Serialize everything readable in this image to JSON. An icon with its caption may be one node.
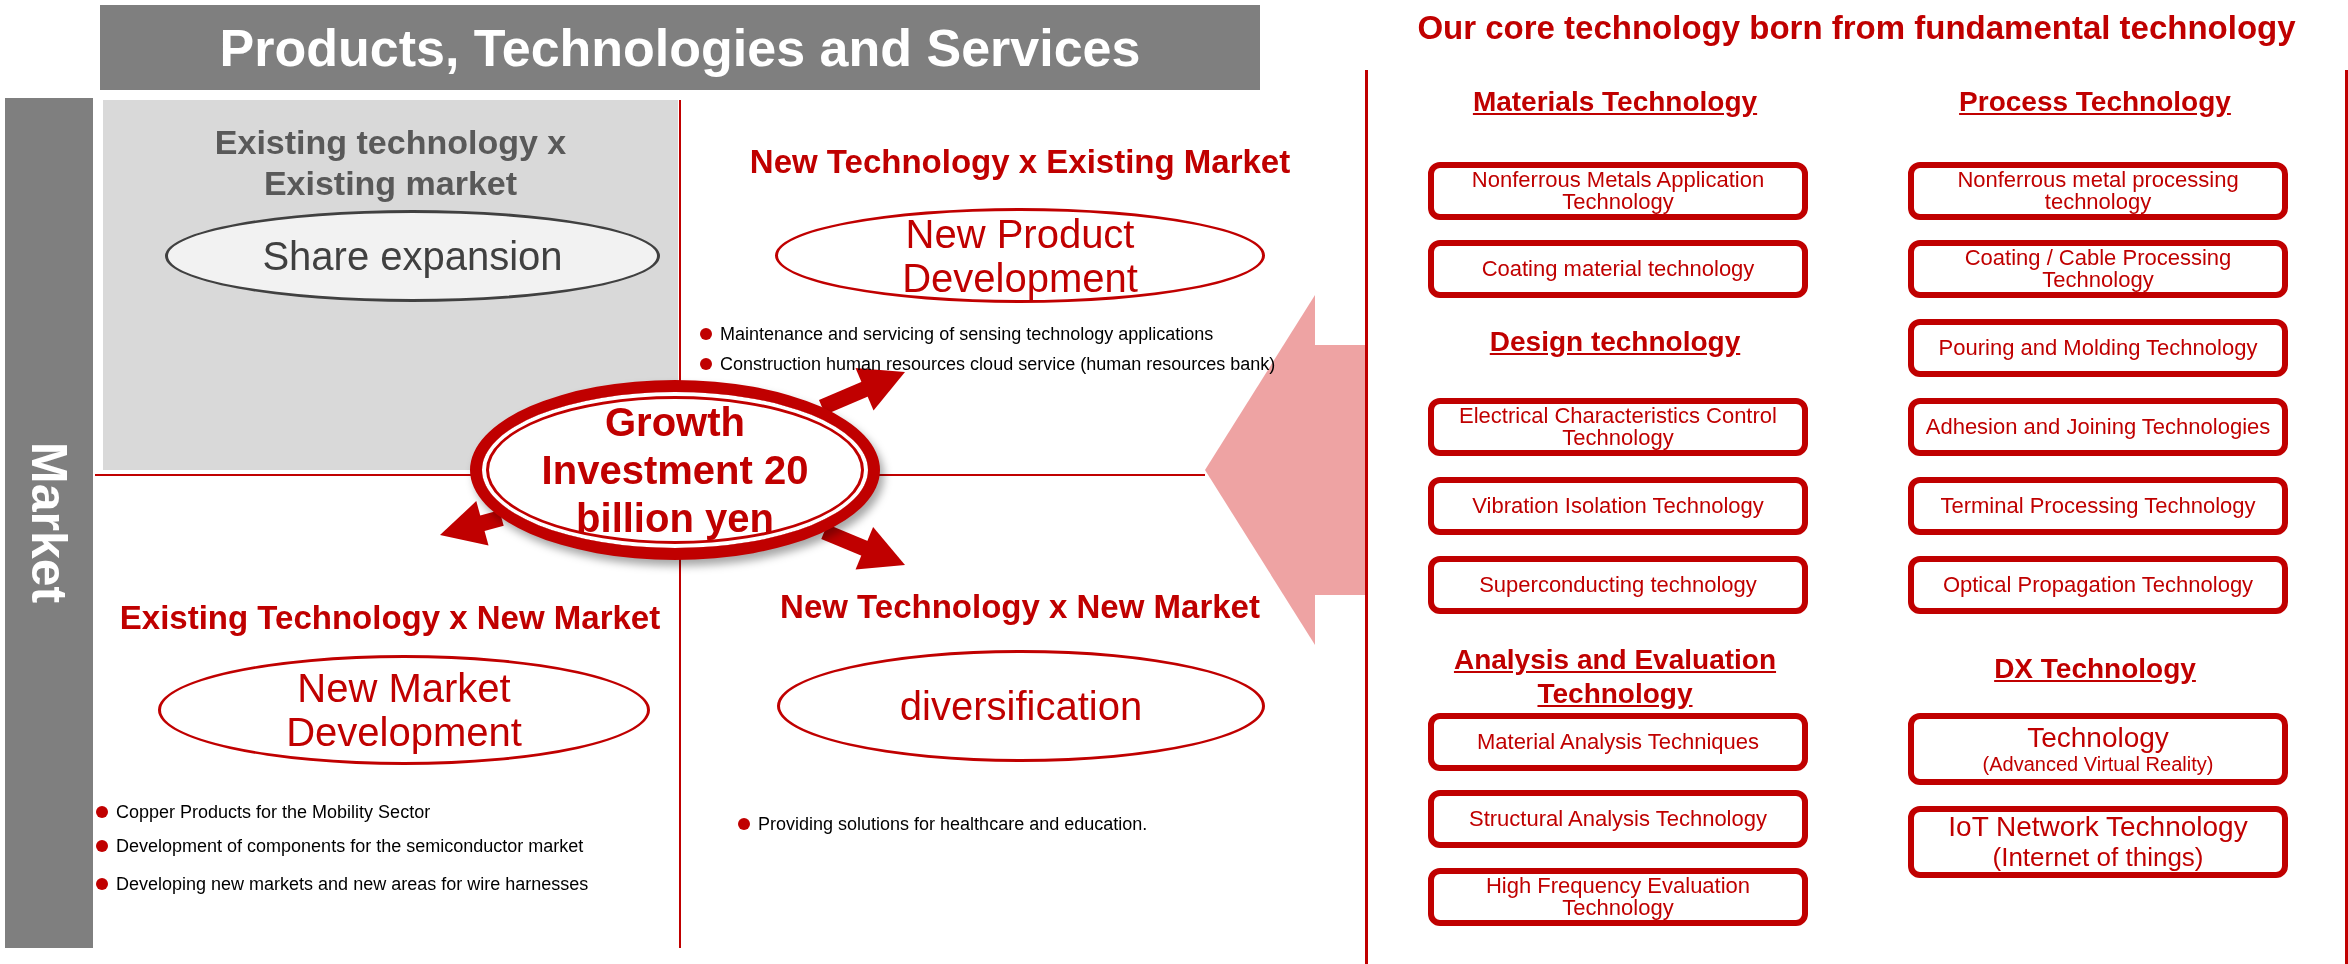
{
  "diagram": {
    "nodes": [
      {
        "text": [
          "Products, Technologies and Services"
        ]
      },
      {
        "text": [
          "Market"
        ]
      },
      {
        "text": [
          "Existing technology x Existing market"
        ]
      },
      {
        "text": [
          "Share expansion"
        ],
        "in": 2
      },
      {
        "text": [
          "New Product Development"
        ]
      },
      {
        "text": [
          "Growth Investment 20 billion yen"
        ]
      },
      {
        "text": [
          "New Market Development"
        ]
      },
      {
        "text": [
          "diversification"
        ]
      },
      {
        "text": [
          "Our core technology born from fundamental technology"
        ]
      },
      {
        "text": [
          "Nonferrous Metals Application Technology"
        ],
        "in": 8
      },
      {
        "text": [
          "Coating material technology"
        ],
        "in": 8
      },
      {
        "text": [
          "Electrical Characteristics Control Technology"
        ],
        "in": 8
      },
      {
        "text": [
          "Vibration Isolation Technology"
        ],
        "in": 8
      },
      {
        "text": [
          "Superconducting technology"
        ],
        "in": 8
      },
      {
        "text": [
          "Material Analysis Techniques"
        ],
        "in": 8
      },
      {
        "text": [
          "Structural Analysis Technology"
        ],
        "in": 8
      },
      {
        "text": [
          "High Frequency Evaluation Technology"
        ],
        "in": 8
      },
      {
        "text": [
          "Nonferrous metal processing technology"
        ],
        "in": 8
      },
      {
        "text": [
          "Coating / Cable Processing Technology"
        ],
        "in": 8
      },
      {
        "text": [
          "Pouring and Molding Technology"
        ],
        "in": 8
      },
      {
        "text": [
          "Adhesion and Joining Technologies"
        ],
        "in": 8
      },
      {
        "text": [
          "Terminal Processing Technology"
        ],
        "in": 8
      },
      {
        "text": [
          "Optical Propagation Technology"
        ],
        "in": 8
      },
      {
        "text": [
          "Technology",
          "(Advanced Virtual Reality)"
        ],
        "in": 8
      },
      {
        "text": [
          "IoT Network Technology",
          "(Internet of things)"
        ],
        "in": 8
      }
    ],
    "labels": [
      "New Technology x Existing Market",
      "Maintenance and servicing of sensing technology applications",
      "Construction human resources cloud service (human resources bank)",
      "Existing Technology x New Market",
      "Copper Products for the Mobility Sector",
      "Development of components for the semiconductor market",
      "Developing new markets and new areas for wire harnesses",
      "New Technology x New Market",
      "Providing solutions for healthcare and education.",
      "Materials Technology",
      "Process Technology",
      "Design technology",
      "Analysis and Evaluation Technology",
      "DX Technology"
    ]
  }
}
